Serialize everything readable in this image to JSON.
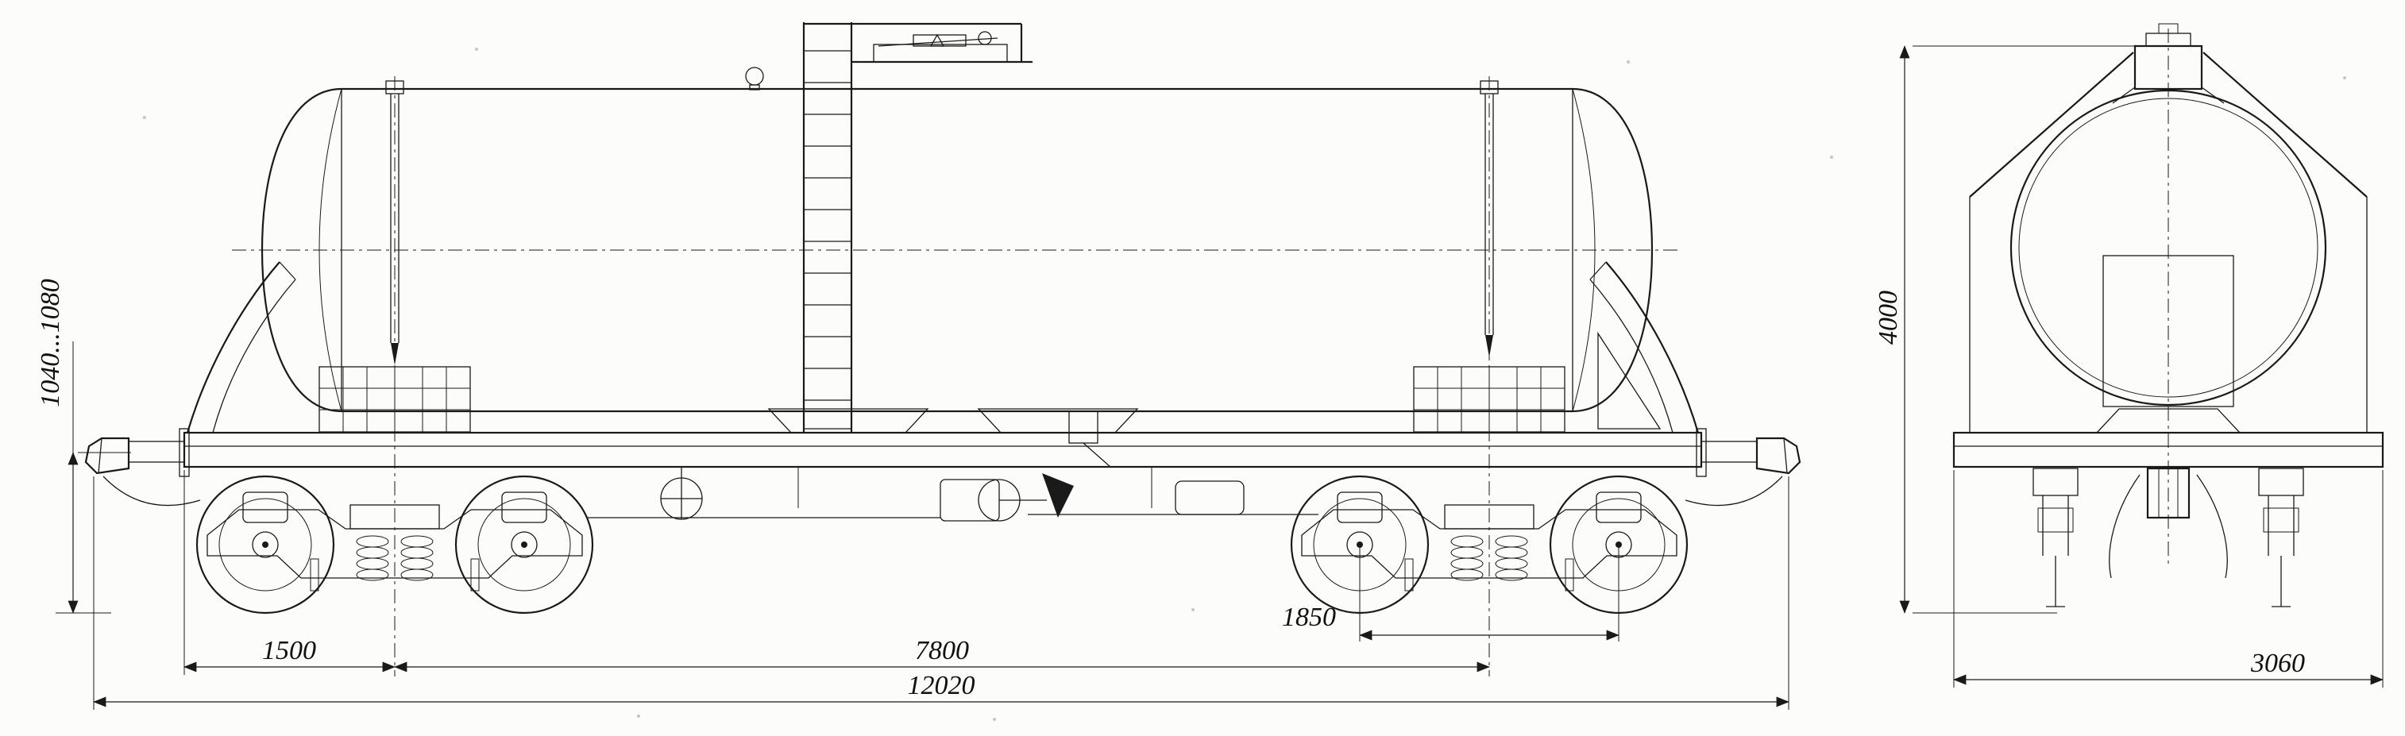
{
  "drawing": {
    "type": "technical-drawing",
    "subject": "four-axle railway tank car, side and end elevations",
    "line_color": "#1a1a1a",
    "paper_color": "#fcfcfa",
    "side_view": {
      "dimensions": {
        "coupler_axis_height": "1040...1080",
        "frame_end_to_bogie_pivot": "1500",
        "bogie_pivot_centers": "7800",
        "bogie_wheelbase": "1850",
        "length_over_couplers": "12020"
      }
    },
    "end_view": {
      "dimensions": {
        "overall_height": "4000",
        "overall_width": "3060"
      }
    }
  }
}
